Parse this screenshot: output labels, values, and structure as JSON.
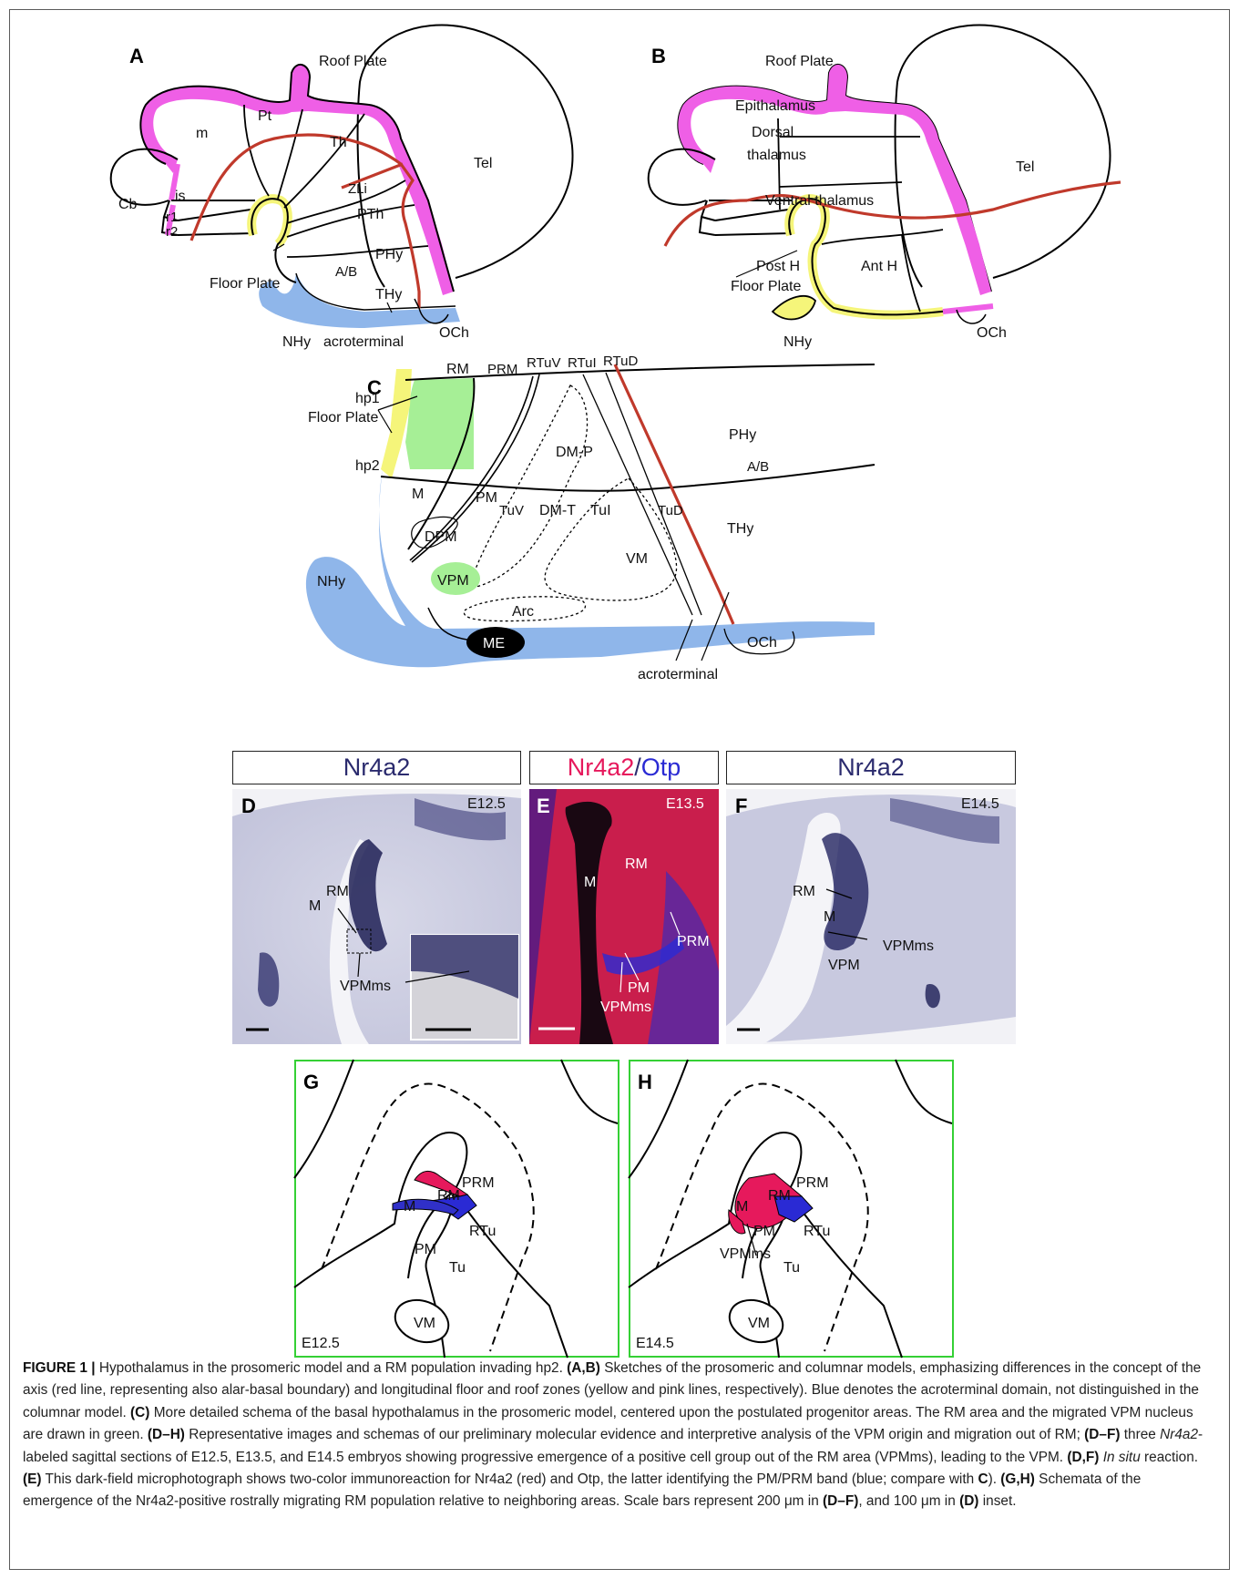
{
  "panelA": {
    "letter": "A",
    "labels": {
      "roof_plate": "Roof Plate",
      "m": "m",
      "pt": "Pt",
      "th": "Th",
      "tel": "Tel",
      "cb": "Cb",
      "is": "is",
      "r1": "r1",
      "r2": "r2",
      "zli": "ZLi",
      "pth": "PTh",
      "phy": "PHy",
      "ab": "A/B",
      "thy": "THy",
      "floor_plate": "Floor Plate",
      "nhy": "NHy",
      "acroterminal": "acroterminal",
      "och": "OCh"
    }
  },
  "panelB": {
    "letter": "B",
    "labels": {
      "roof_plate": "Roof Plate",
      "epithalamus": "Epithalamus",
      "dorsal": "Dorsal",
      "thalamus": "thalamus",
      "tel": "Tel",
      "ventral_thalamus": "Ventral thalamus",
      "post_h": "Post H",
      "ant_h": "Ant H",
      "floor_plate": "Floor Plate",
      "nhy": "NHy",
      "och": "OCh"
    }
  },
  "panelC": {
    "letter": "C",
    "labels": {
      "rm": "RM",
      "prm": "PRM",
      "rtuv": "RTuV",
      "rtul": "RTuI",
      "rtud": "RTuD",
      "hp1": "hp1",
      "floor_plate": "Floor Plate",
      "phy": "PHy",
      "dmp": "DM-P",
      "ab": "A/B",
      "hp2": "hp2",
      "m": "M",
      "pm": "PM",
      "tuv": "TuV",
      "dmt": "DM-T",
      "tul": "TuI",
      "tud": "TuD",
      "thy": "THy",
      "dpm": "DPM",
      "vm": "VM",
      "nhy": "NHy",
      "vpm": "VPM",
      "arc": "Arc",
      "me": "ME",
      "och": "OCh",
      "acroterminal": "acroterminal"
    }
  },
  "panelD": {
    "title": "Nr4a2",
    "letter": "D",
    "stage": "E12.5",
    "labels": {
      "rm": "RM",
      "m": "M",
      "vpmms": "VPMms"
    }
  },
  "panelE": {
    "title_red": "Nr4a2",
    "title_sep": "/",
    "title_blue": "Otp",
    "letter": "E",
    "stage": "E13.5",
    "labels": {
      "m": "M",
      "rm": "RM",
      "prm": "PRM",
      "pm": "PM",
      "vpmms": "VPMms"
    }
  },
  "panelF": {
    "title": "Nr4a2",
    "letter": "F",
    "stage": "E14.5",
    "labels": {
      "rm": "RM",
      "m": "M",
      "vpmms": "VPMms",
      "vpm": "VPM"
    }
  },
  "panelG": {
    "letter": "G",
    "stage": "E12.5",
    "labels": {
      "prm": "PRM",
      "rm": "RM",
      "m": "M",
      "rtu": "RTu",
      "pm": "PM",
      "tu": "Tu",
      "vm": "VM"
    }
  },
  "panelH": {
    "letter": "H",
    "stage": "E14.5",
    "labels": {
      "prm": "PRM",
      "rm": "RM",
      "m": "M",
      "pm": "PM",
      "rtu": "RTu",
      "vpmms": "VPMms",
      "tu": "Tu",
      "vm": "VM"
    }
  },
  "caption": {
    "fig_label": "FIGURE 1 |",
    "s1": " Hypothalamus in the prosomeric model and a RM population invading hp2. ",
    "ref_ab": "(A,B)",
    "s2": " Sketches of the prosomeric and columnar models, emphasizing differences in the concept of the axis (red line, representing also alar-basal boundary) and longitudinal floor and roof zones (yellow and pink lines, respectively). Blue denotes the acroterminal domain, not distinguished in the columnar model. ",
    "ref_c": "(C)",
    "s3": " More detailed schema of the basal hypothalamus in the prosomeric model, centered upon the postulated progenitor areas. The RM area and the migrated VPM nucleus are drawn in green. ",
    "ref_dh": "(D–H)",
    "s4": " Representative images and schemas of our preliminary molecular evidence and interpretive analysis of the VPM origin and migration out of RM; ",
    "ref_df": "(D–F)",
    "s5a": " three ",
    "s5_it": "Nr4a2",
    "s5b": "-labeled sagittal sections of E12.5, E13.5, and E14.5 embryos showing progressive emergence of a positive cell group out of the RM area (VPMms), leading to the VPM. ",
    "ref_df2": "(D,F)",
    "s6_it": " In situ",
    "s6": " reaction. ",
    "ref_e": "(E)",
    "s7": " This dark-field microphotograph shows two-color immunoreaction for Nr4a2 (red) and Otp, the latter identifying the PM/PRM band (blue; compare with ",
    "ref_c2": "C",
    "s8": "). ",
    "ref_gh": "(G,H)",
    "s9": " Schemata of the emergence of the Nr4a2-positive rostrally migrating RM population relative to neighboring areas. Scale bars represent 200 μm in ",
    "ref_df3": "(D–F)",
    "s10": ", and 100 μm in ",
    "ref_d": "(D)",
    "s11": " inset."
  },
  "colors": {
    "roof_pink": "#ef5fe6",
    "floor_yellow": "#f5f57a",
    "acro_blue": "#8fb6ea",
    "axis_red": "#c0392b",
    "rm_green": "#a6ef96",
    "nr4a2_red": "#e6195c",
    "otp_blue": "#2a2ad4",
    "frame_green": "#35d035",
    "title_navy": "#2b2b6e"
  }
}
